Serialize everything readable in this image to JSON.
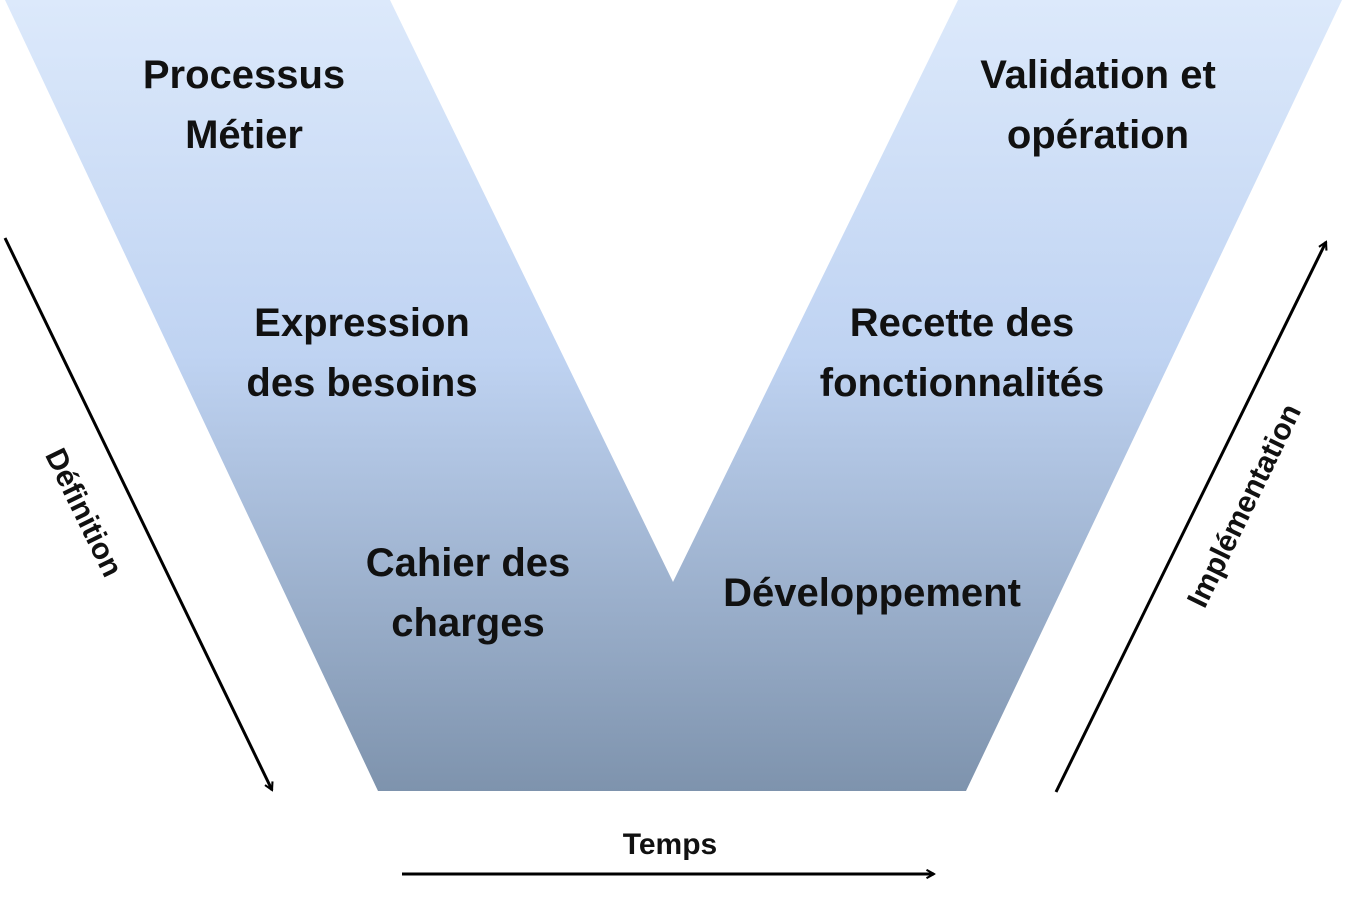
{
  "phases": {
    "processus_metier": [
      "Processus",
      "Métier"
    ],
    "expression_besoins": [
      "Expression",
      "des besoins"
    ],
    "cahier_charges": [
      "Cahier des",
      "charges"
    ],
    "developpement": [
      "Développement"
    ],
    "recette": [
      "Recette des",
      "fonctionnalités"
    ],
    "validation": [
      "Validation et",
      "opération"
    ]
  },
  "axes": {
    "definition": "Définition",
    "implementation": "Implémentation",
    "temps": "Temps"
  },
  "colors": {
    "v_top": "#dce9fb",
    "v_mid": "#bfd3f2",
    "v_bottom": "#7e93ad",
    "arrow": "#000000",
    "text": "#111111"
  }
}
